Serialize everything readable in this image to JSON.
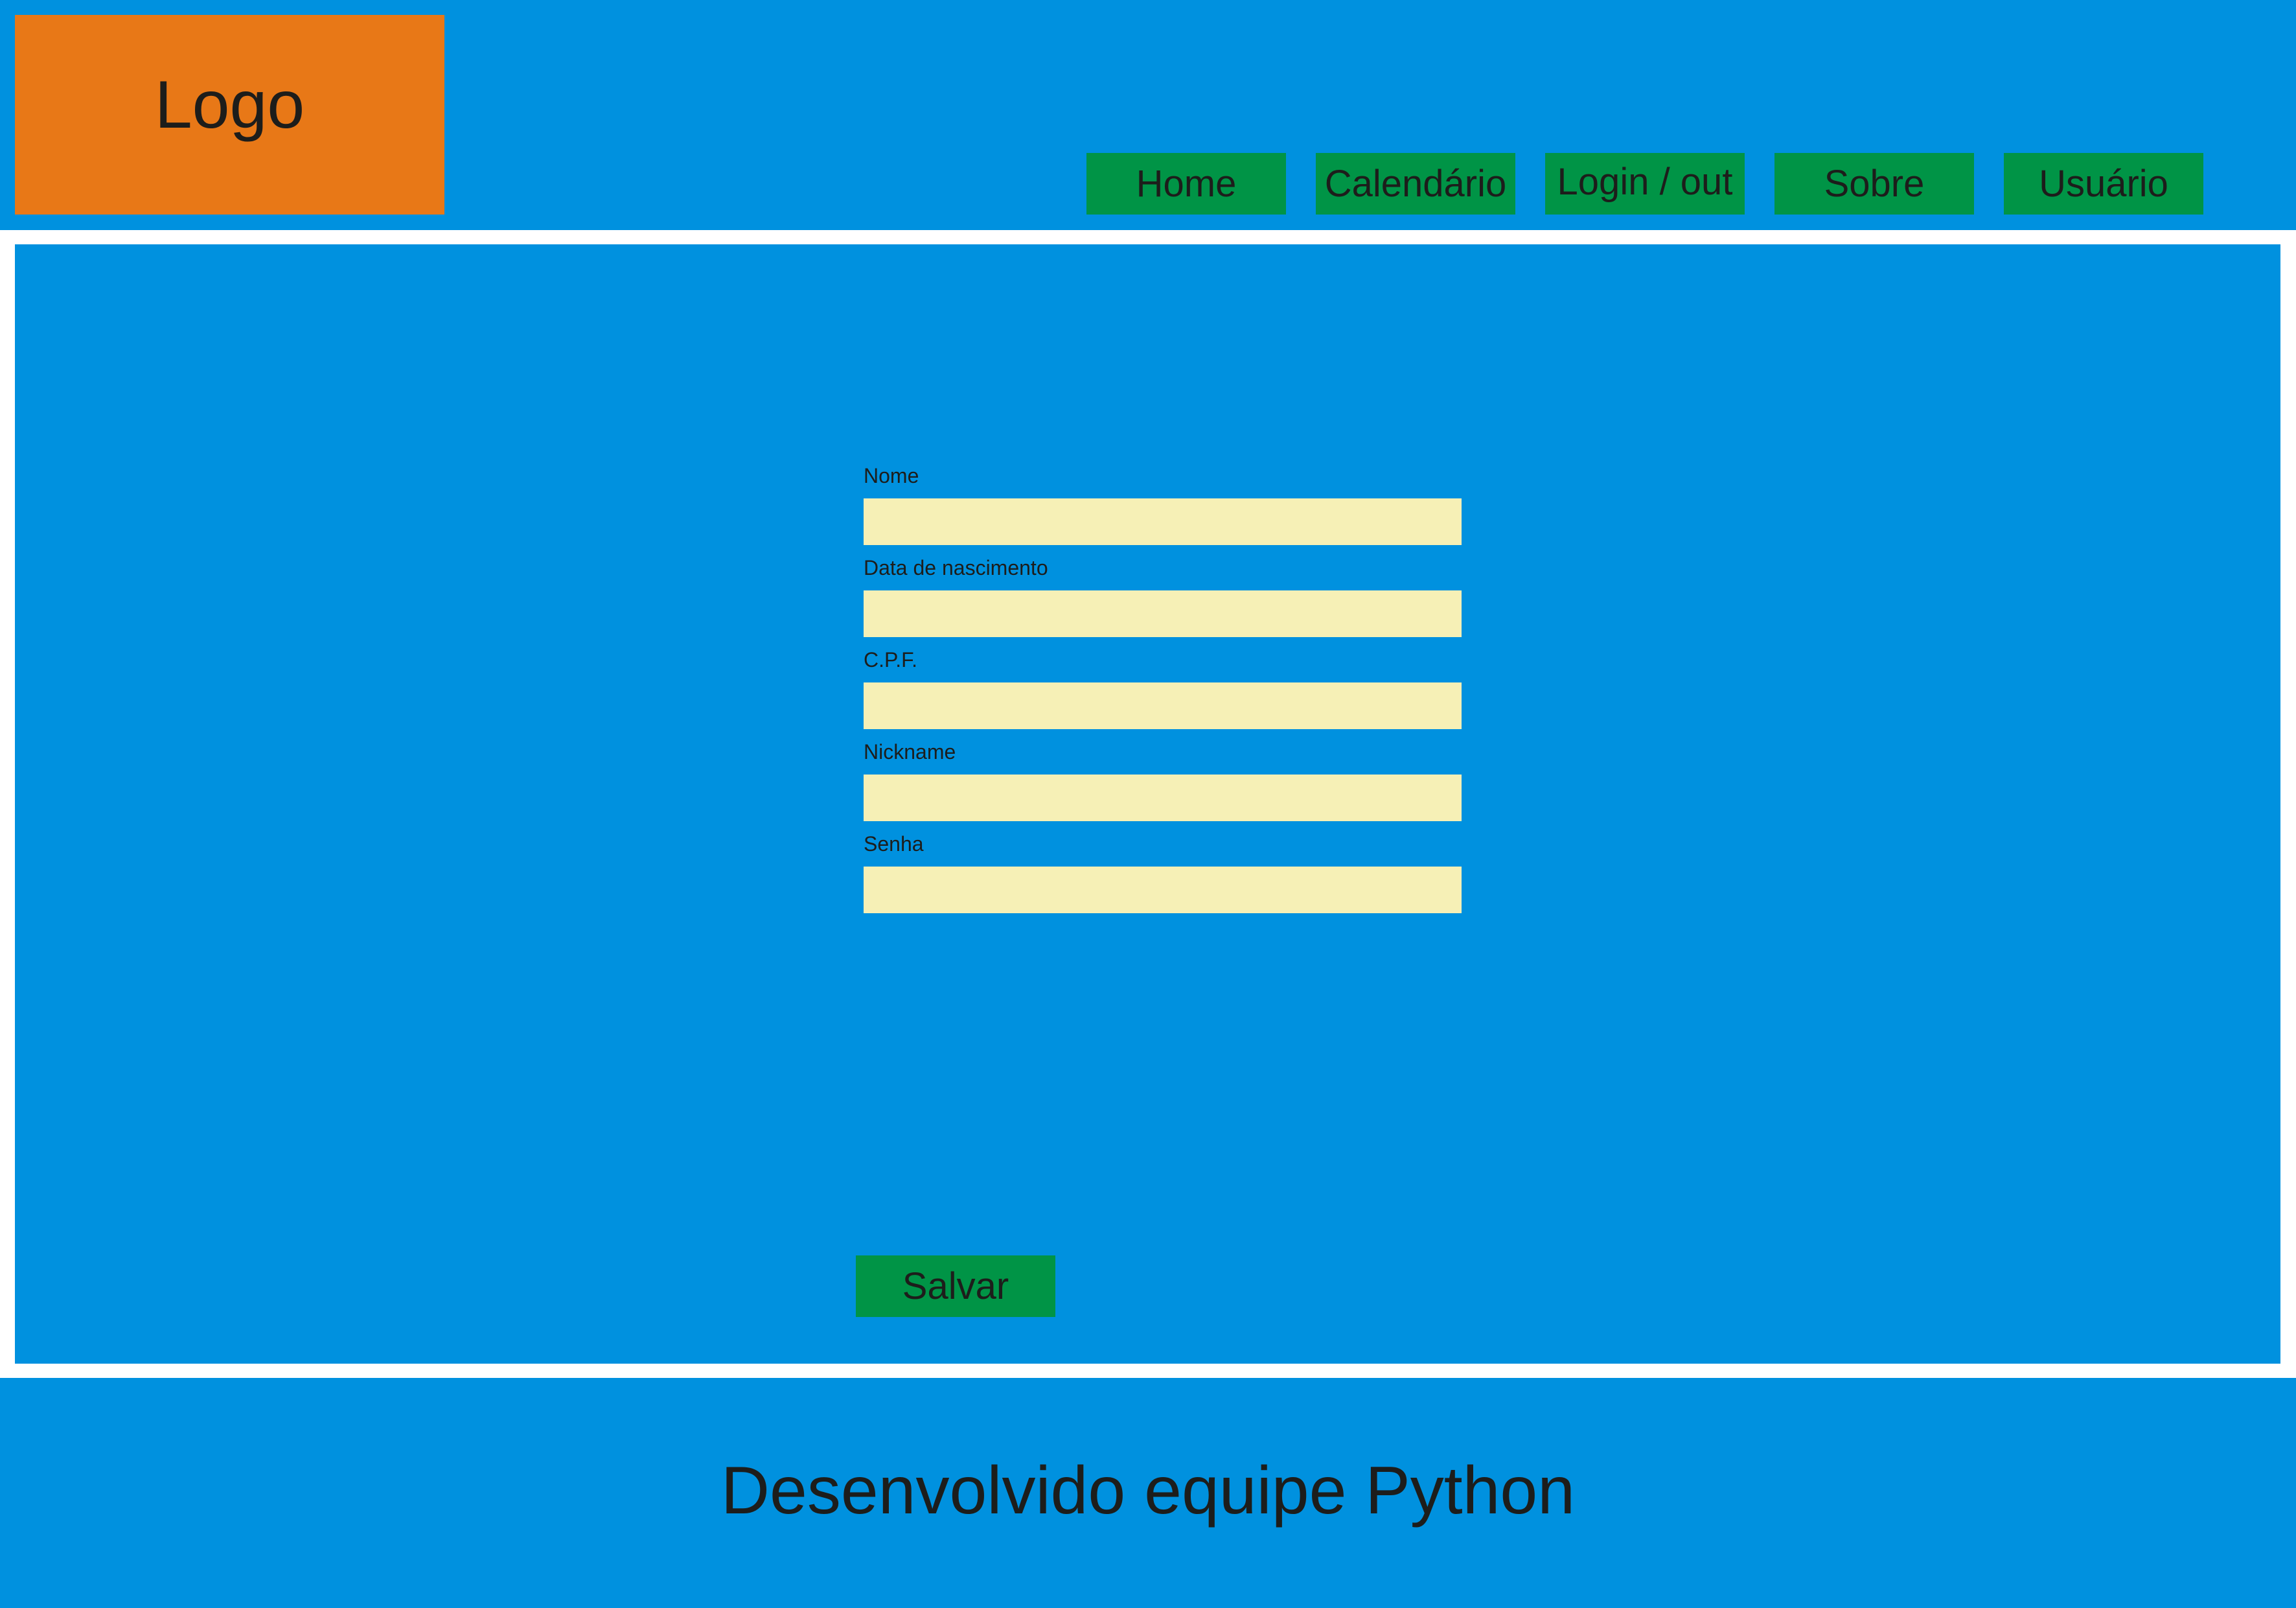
{
  "header": {
    "logo_text": "Logo",
    "nav": [
      {
        "label": "Home"
      },
      {
        "label": "Calendário"
      },
      {
        "label": "Login / out"
      },
      {
        "label": "Sobre"
      },
      {
        "label": "Usuário"
      }
    ]
  },
  "form": {
    "fields": [
      {
        "label": "Nome",
        "value": ""
      },
      {
        "label": "Data de nascimento",
        "value": ""
      },
      {
        "label": "C.P.F.",
        "value": ""
      },
      {
        "label": "Nickname",
        "value": ""
      },
      {
        "label": "Senha",
        "value": ""
      }
    ],
    "save_label": "Salvar"
  },
  "footer": {
    "text": "Desenvolvido equipe Python"
  },
  "colors": {
    "background_blue": "#0091df",
    "logo_orange": "#e87817",
    "button_green": "#009446",
    "input_yellow": "#f6f0b6",
    "text_dark": "#1d1d1b"
  }
}
